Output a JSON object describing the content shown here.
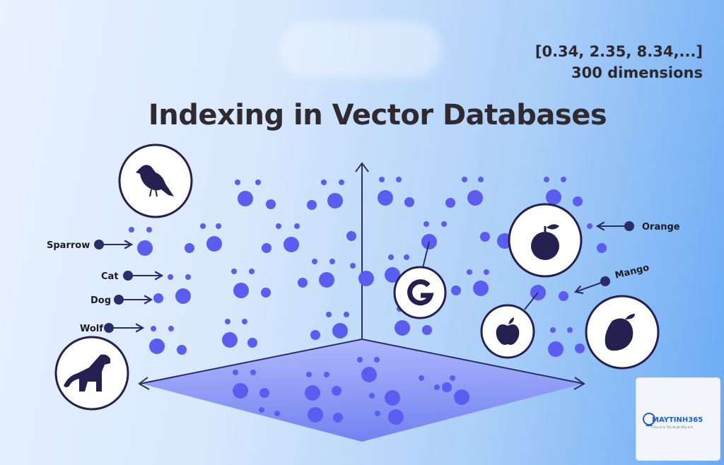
{
  "title": "Indexing in Vector Databases",
  "vector_text": {
    "line1": "[0.34, 2.35, 8.34,...]",
    "line2": "300 dimensions"
  },
  "labels": {
    "sparrow": "Sparrow",
    "cat": "Cat",
    "dog": "Dog",
    "wolf": "Wolf",
    "orange": "Orange",
    "mango": "Mango"
  },
  "logo": {
    "name": "MAYTINH365",
    "tagline": "Chia sẻ & Thủ thuật Máy tính"
  },
  "colors": {
    "dot": "#5b5cf0",
    "arrow": "#2b2d6a",
    "icon": "#24204f",
    "plane": "#7c88f3",
    "text": "#2e2a2f"
  },
  "icons": [
    "bird-icon",
    "dog-icon",
    "google-icon",
    "apple-icon",
    "orange-icon",
    "mango-icon"
  ]
}
